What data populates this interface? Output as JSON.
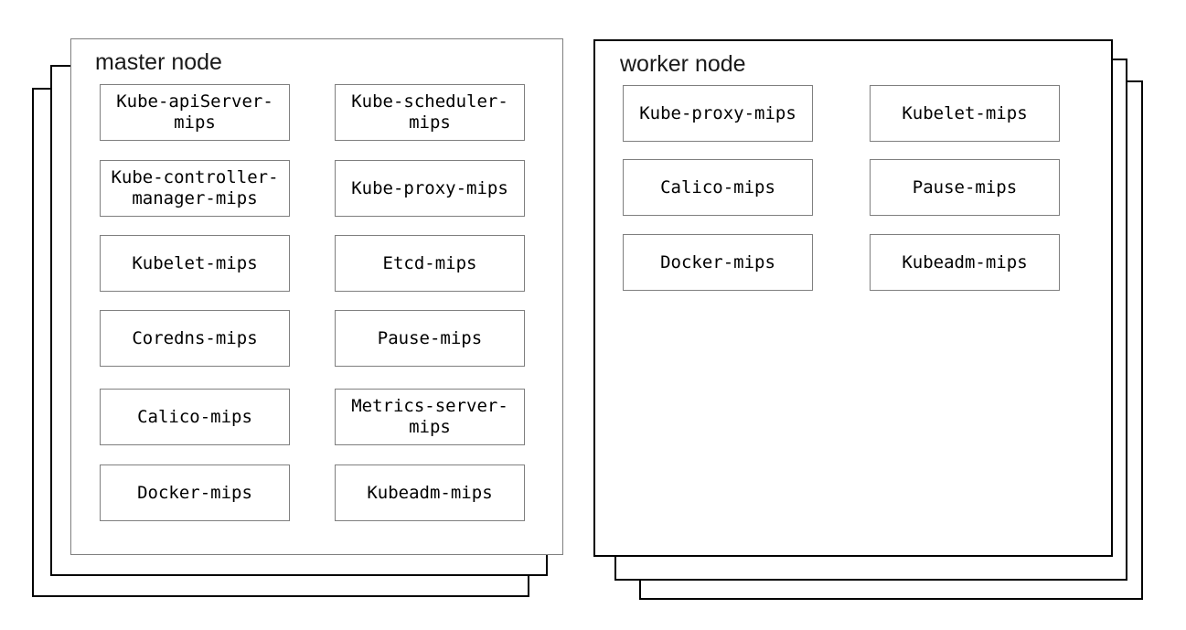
{
  "colors": {
    "background": "#ffffff",
    "master_panel_border": "#7f7f7f",
    "worker_panel_border": "#000000",
    "stack_layer_border": "#000000",
    "box_border": "#7f7f7f",
    "text": "#000000"
  },
  "master": {
    "title": "master node",
    "boxes": [
      {
        "label": "Kube-apiServer-\nmips"
      },
      {
        "label": "Kube-scheduler-\nmips"
      },
      {
        "label": "Kube-controller-\nmanager-mips"
      },
      {
        "label": "Kube-proxy-mips"
      },
      {
        "label": "Kubelet-mips"
      },
      {
        "label": "Etcd-mips"
      },
      {
        "label": "Coredns-mips"
      },
      {
        "label": "Pause-mips"
      },
      {
        "label": "Calico-mips"
      },
      {
        "label": "Metrics-server-\nmips"
      },
      {
        "label": "Docker-mips"
      },
      {
        "label": "Kubeadm-mips"
      }
    ]
  },
  "worker": {
    "title": "worker node",
    "boxes": [
      {
        "label": "Kube-proxy-mips"
      },
      {
        "label": "Kubelet-mips"
      },
      {
        "label": "Calico-mips"
      },
      {
        "label": "Pause-mips"
      },
      {
        "label": "Docker-mips"
      },
      {
        "label": "Kubeadm-mips"
      }
    ]
  }
}
